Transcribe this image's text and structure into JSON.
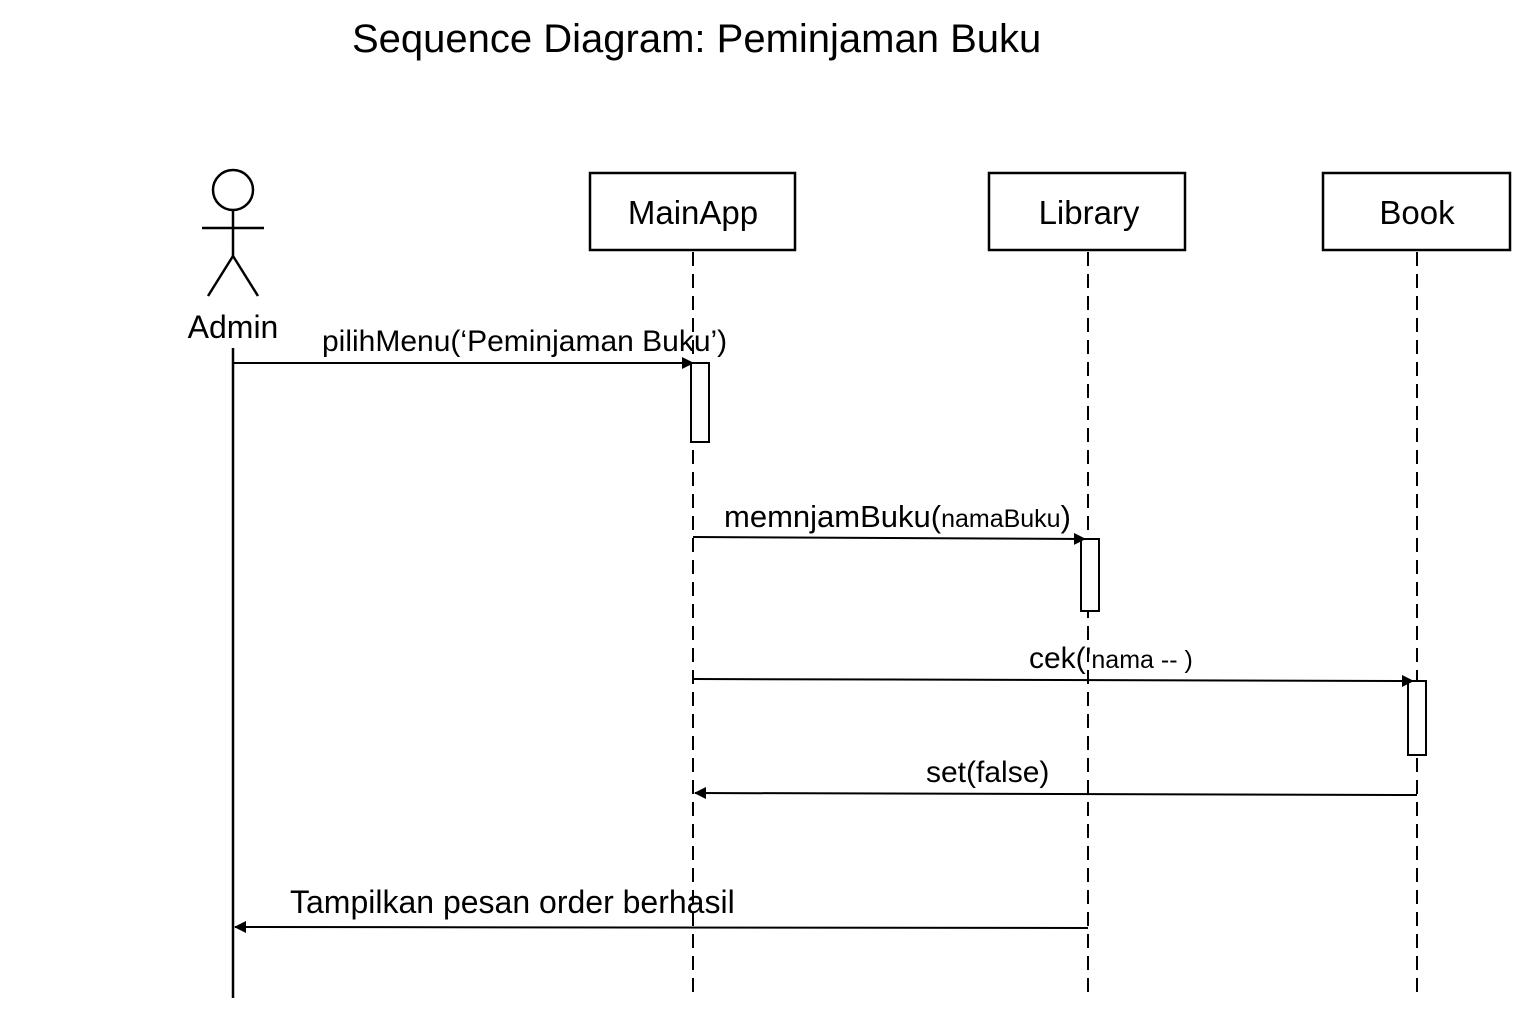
{
  "title": "Sequence Diagram: Peminjaman Buku",
  "actor": {
    "label": "Admin"
  },
  "participants": [
    {
      "id": "mainapp",
      "label": "MainApp"
    },
    {
      "id": "library",
      "label": "Library"
    },
    {
      "id": "book",
      "label": "Book"
    }
  ],
  "messages": [
    {
      "id": "m1",
      "from": "Admin",
      "to": "MainApp",
      "label": "pilihMenu(‘Peminjaman Buku’)",
      "kind": "call"
    },
    {
      "id": "m2",
      "from": "MainApp",
      "to": "Library",
      "label_main": "memnjamBuku(",
      "label_small": "namaBuku",
      "label_end": ")",
      "kind": "call"
    },
    {
      "id": "m3",
      "from": "MainApp",
      "to": "Book",
      "label_main": "cek('",
      "label_small": "nama -- )",
      "kind": "call"
    },
    {
      "id": "m4",
      "from": "Book",
      "to": "MainApp",
      "label": "set(false)",
      "kind": "return"
    },
    {
      "id": "m5",
      "from": "Library",
      "to": "Admin",
      "label": "Tampilkan pesan order berhasil",
      "kind": "return"
    }
  ],
  "colors": {
    "stroke": "#000000",
    "background": "#ffffff"
  }
}
